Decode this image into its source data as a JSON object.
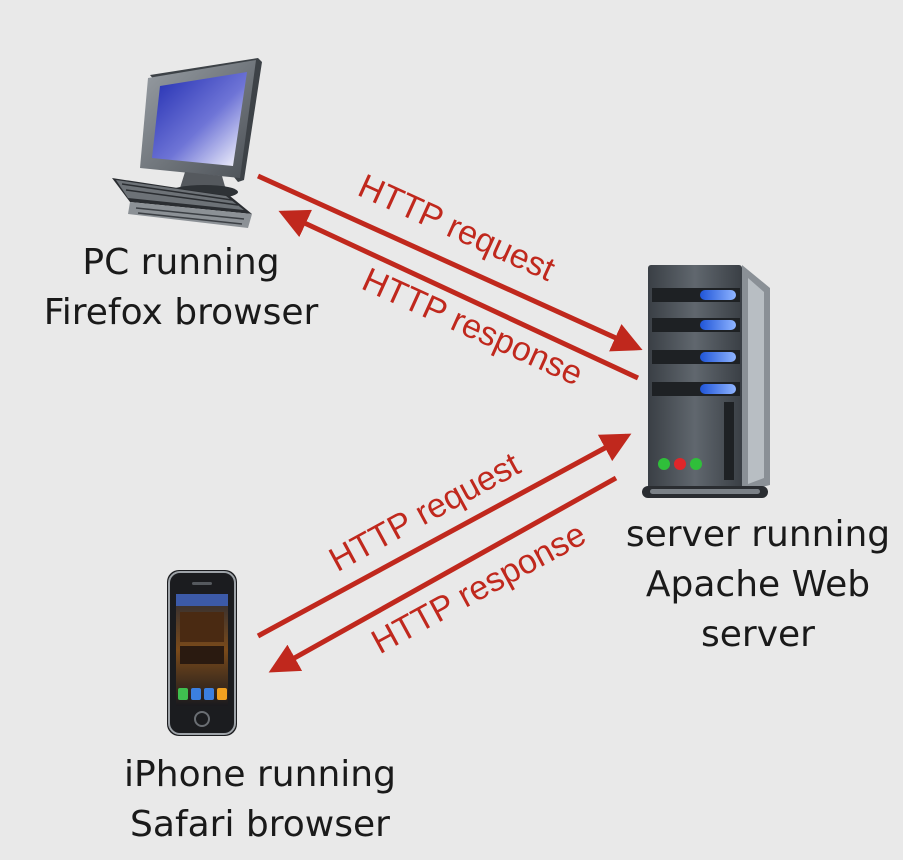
{
  "colors": {
    "background": "#e9e9e9",
    "arrow": "#c0281d",
    "label_text": "#1a1a1a"
  },
  "nodes": {
    "pc": {
      "icon": "desktop-computer-icon",
      "line1": "PC running",
      "line2": "Firefox browser"
    },
    "server": {
      "icon": "server-tower-icon",
      "line1": "server running",
      "line2": "Apache Web",
      "line3": "server"
    },
    "iphone": {
      "icon": "smartphone-icon",
      "line1": "iPhone running",
      "line2": "Safari browser"
    }
  },
  "arrows": {
    "pc_request": "HTTP request",
    "pc_response": "HTTP response",
    "iphone_request": "HTTP request",
    "iphone_response": "HTTP response"
  }
}
